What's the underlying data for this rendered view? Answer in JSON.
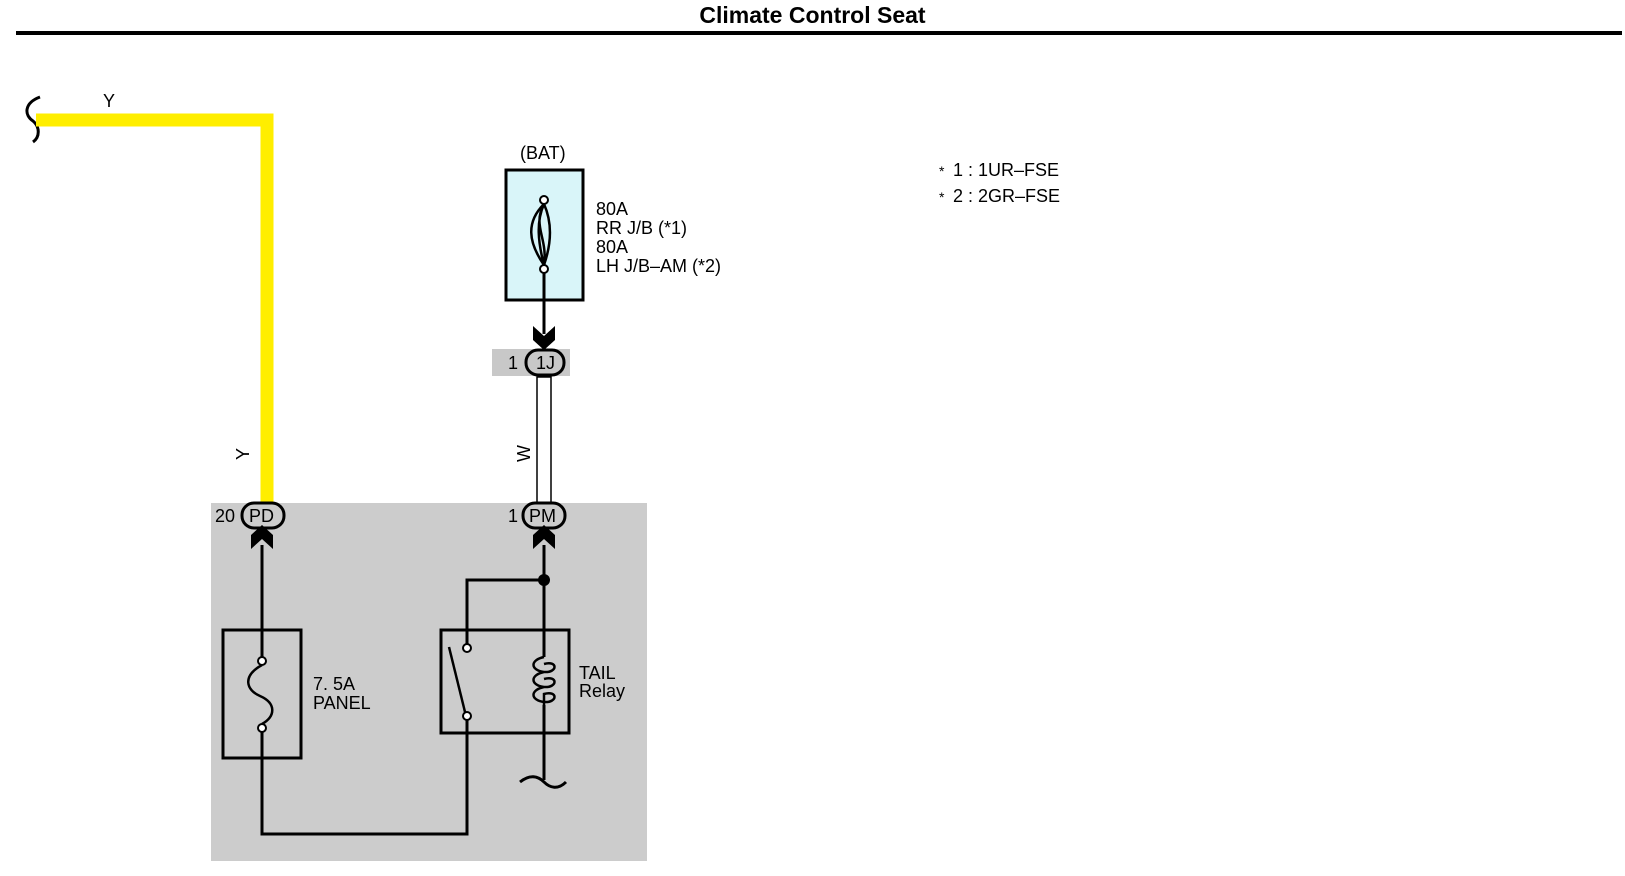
{
  "title": "Climate Control Seat",
  "colors": {
    "wire_yellow": "#ffee00",
    "fuse_box_fill": "#d9f5f9",
    "junction_block_fill": "#cccccc",
    "connector_tag_fill": "#c8c8c8"
  },
  "notes": [
    {
      "mark": "*",
      "text": "1 : 1UR–FSE"
    },
    {
      "mark": "*",
      "text": "2 : 2GR–FSE"
    }
  ],
  "power_source": {
    "label": "(BAT)",
    "fuse_lines": [
      "80A",
      "RR J/B (*1)",
      "80A",
      "LH J/B–AM (*2)"
    ]
  },
  "wires": {
    "yellow_top": "Y",
    "yellow_vertical": "Y",
    "white_vertical": "W"
  },
  "connectors": {
    "c1j": {
      "pin": "1",
      "name": "1J"
    },
    "cpd": {
      "pin": "20",
      "name": "PD"
    },
    "cpm": {
      "pin": "1",
      "name": "PM"
    }
  },
  "panel_fuse": {
    "rating": "7. 5A",
    "name": "PANEL"
  },
  "tail_relay": {
    "line1": "TAIL",
    "line2": "Relay"
  }
}
